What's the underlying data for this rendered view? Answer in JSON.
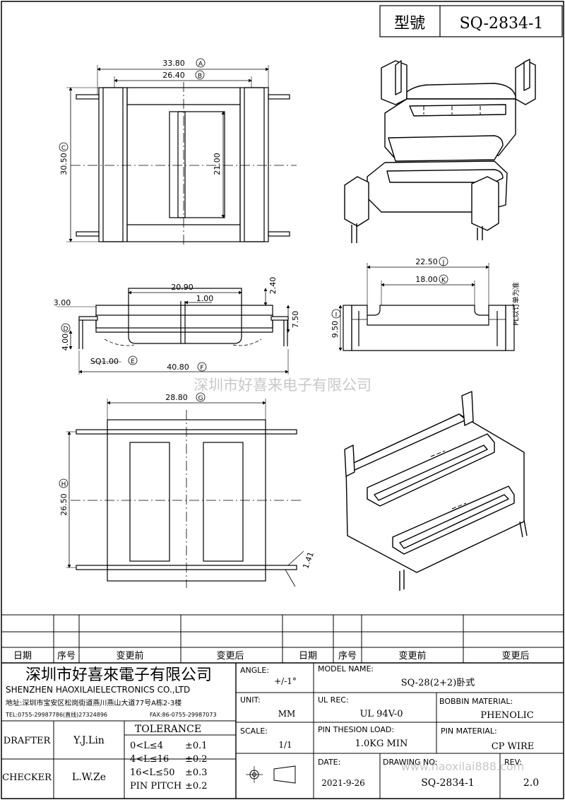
{
  "header": {
    "model_label": "型號",
    "model_value": "SQ-2834-1"
  },
  "top_view": {
    "dim_a": "33.80",
    "dim_b": "26.40",
    "dim_c": "30.50",
    "dim_center": "21.00",
    "tag_a": "A",
    "tag_b": "B",
    "tag_c": "C"
  },
  "side_view": {
    "dim_top": "20.90",
    "dim_slot": "1.00",
    "dim_240": "2.40",
    "dim_750": "7.50",
    "dim_300": "3.00",
    "dim_400": "4.00",
    "dim_sq": "SQ1.00",
    "dim_4080": "40.80",
    "tag_d": "D",
    "tag_e": "E",
    "tag_f": "F"
  },
  "end_view": {
    "dim_j": "22.50",
    "dim_k": "18.00",
    "dim_950": "9.50",
    "note": "PL以订单为准",
    "tag_i": "I",
    "tag_j": "J",
    "tag_k": "K"
  },
  "bottom_view": {
    "dim_g": "28.80",
    "dim_h": "26.50",
    "dim_141": "1.41",
    "tag_g": "G",
    "tag_h": "H"
  },
  "watermark": {
    "text": "深圳市好喜来电子有限公司",
    "url": "www.haoxilai888.com"
  },
  "revision_table": {
    "headers": [
      "日期",
      "序号",
      "变更前",
      "变更后",
      "日期",
      "序号",
      "变更前",
      "变更后"
    ]
  },
  "title_block": {
    "company_cn": "深圳市好喜來電子有限公司",
    "company_en": "SHENZHEN HAOXILAIELECTRONICS CO.,LTD",
    "address": "地址:深圳市宝安区松岗街道燕川燕山大道77号A栋2-3楼",
    "tel": "TEL:0755-29987786(直线)27324896",
    "fax": "FAX:86-0755-29987073",
    "drafter_label": "DRAFTER",
    "drafter_value": "Y.J.Lin",
    "checker_label": "CHECKER",
    "checker_value": "L.W.Ze",
    "tolerance_title": "TOLERANCE",
    "tol": [
      {
        "range": "0<L≤4",
        "value": "±0.1"
      },
      {
        "range": "4<L≤16",
        "value": "±0.2"
      },
      {
        "range": "16<L≤50",
        "value": "±0.3"
      },
      {
        "range": "PIN PITCH",
        "value": "±0.2"
      }
    ],
    "angle_label": "ANGLE:",
    "angle_value": "+/-1°",
    "unit_label": "UNIT:",
    "unit_value": "MM",
    "scale_label": "SCALE:",
    "scale_value": "1/1",
    "model_name_label": "MODEL NAME:",
    "model_name_value": "SQ-28(2+2)卧式",
    "ul_label": "UL REC:",
    "ul_value": "UL 94V-0",
    "bobbin_label": "BOBBIN MATERIAL:",
    "bobbin_value": "PHENOLIC",
    "pin_load_label": "PIN THESION LOAD:",
    "pin_load_value": "1.0KG MIN",
    "pin_mat_label": "PIN MATERIAL:",
    "pin_mat_value": "CP  WIRE",
    "date_label": "DATE:",
    "date_value": "2021-9-26",
    "drawing_label": "DRAWING NO:",
    "drawing_value": "SQ-2834-1",
    "rev_label": "REV:",
    "rev_value": "2.0"
  }
}
